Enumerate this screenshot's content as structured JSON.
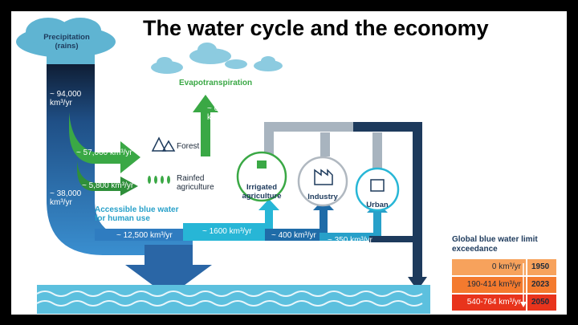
{
  "title": "The water cycle and the economy",
  "precipitation": {
    "label": "Precipitation (rains)",
    "value": "~ 94,000 km³/yr"
  },
  "evapotranspiration": {
    "label": "Evapotranspiration",
    "value": "~ 63,000 km³/yr"
  },
  "forest": {
    "label": "Forest",
    "value": "~ 57,000 km³/yr"
  },
  "rainfed": {
    "label": "Rainfed agriculture",
    "value": "~ 5,800 km³/yr"
  },
  "runoff": {
    "value": "~ 38,000 km³/yr"
  },
  "accessible": {
    "label": "Accessible blue water for human use",
    "value": "~ 12,500 km³/yr"
  },
  "irrigated": {
    "label": "Irrigated agriculture",
    "value": "~ 1600 km³/yr"
  },
  "industry": {
    "label": "Industry",
    "value": "~ 400 km³/yr"
  },
  "urban": {
    "label": "Urban",
    "value": "~ 350 km³/yr"
  },
  "exceedance": {
    "title": "Global blue water limit exceedance",
    "rows": [
      {
        "value": "0 km³/yr",
        "year": "1950",
        "color": "#f7a25c"
      },
      {
        "value": "190-414 km³/yr",
        "year": "2023",
        "color": "#f47a2e"
      },
      {
        "value": "540-764 km³/yr",
        "year": "2050",
        "color": "#e8341c"
      }
    ]
  },
  "colors": {
    "dark": "#1d3a5c",
    "blue": "#2f7cc0",
    "green": "#3aa845",
    "cyan": "#27b6d6",
    "grey": "#a8b4bf"
  }
}
